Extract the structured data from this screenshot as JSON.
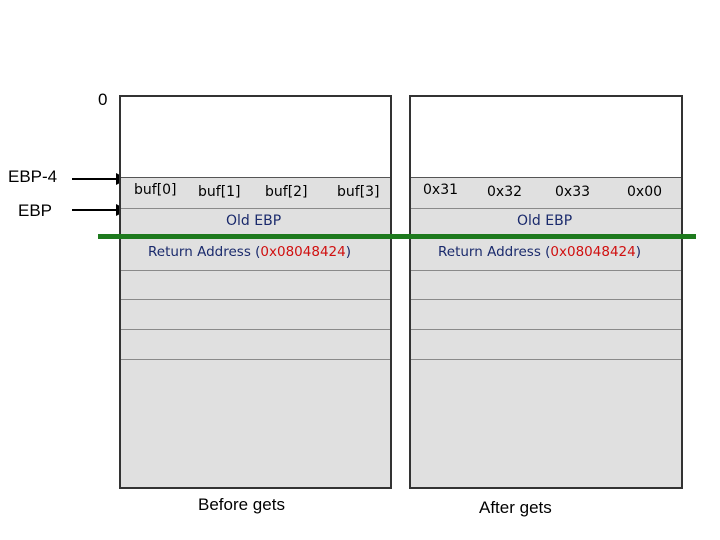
{
  "labels": {
    "zero": "0",
    "ebp_minus_4": "EBP-4",
    "ebp": "EBP"
  },
  "before": {
    "cells": [
      "buf[0]",
      "buf[1]",
      "buf[2]",
      "buf[3]"
    ],
    "old_ebp": "Old EBP",
    "return_prefix": "Return Address (",
    "return_hex": "0x08048424",
    "return_suffix": ")",
    "caption": "Before gets"
  },
  "after": {
    "cells": [
      "0x31",
      "0x32",
      "0x33",
      "0x00"
    ],
    "old_ebp": "Old EBP",
    "return_prefix": "Return Address (",
    "return_hex": "0x08048424",
    "return_suffix": ")",
    "caption": "After gets"
  },
  "colors": {
    "frame_border": "#333333",
    "fill": "#e0e0e0",
    "boundary_line": "#1e7a1e",
    "return_text": "#1a2a6c",
    "return_hex": "#d01010"
  }
}
